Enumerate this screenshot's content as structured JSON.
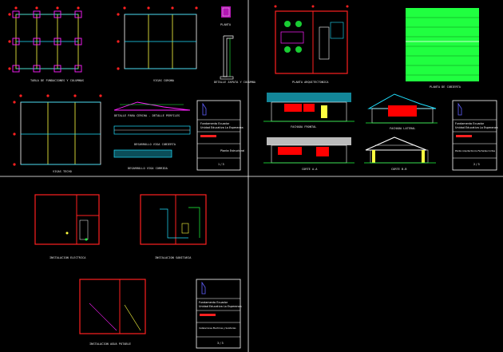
{
  "colors": {
    "background": "#000000",
    "grid": "#ffffff",
    "axis_red": "#ff2020",
    "axis_yellow": "#ffff40",
    "axis_cyan": "#20e0ff",
    "magenta": "#ff20ff",
    "green": "#20ff40",
    "wall_red": "#ff0000"
  },
  "sheet1": {
    "labels": {
      "foundations_plan": "TABLA DE FUNDACIONES Y COLUMNAS",
      "beams_plan": "VIGAS CORONA",
      "detail_title": "PLANTA",
      "detail_label": "DETALLE ZAPATA Y COLUMNA",
      "roof_beams_plan": "VIGAS TECHO",
      "profile_label": "DETALLE PARA CERCHA - DETALLE PERFILES",
      "beam_detail_label": "DESARROLLO VIGA CUBIERTA",
      "strip_label": "DESARROLLO VIGA CORRIDA"
    },
    "title_block": {
      "company": "Fundamento Ecuador",
      "project": "Unidad Educativa La Esperanza",
      "sheet_title": "Planta Estructural",
      "sheet_num": "1 / 3"
    }
  },
  "sheet2": {
    "labels": {
      "floor_plan": "PLANTA ARQUITECTONICA",
      "roof_plan": "PLANTA DE CUBIERTA",
      "front_elev": "FACHADA FRONTAL",
      "side_elev": "FACHADA LATERAL",
      "rear_elev": "CORTE A-A",
      "section_b": "CORTE B-B"
    },
    "title_block": {
      "company": "Fundamento Ecuador",
      "project": "Unidad Educativa La Esperanza",
      "sheet_title": "Planta Arquitectonica Fachadas Cortes",
      "sheet_num": "2 / 3"
    }
  },
  "sheet3": {
    "labels": {
      "electrical": "INSTALACION ELECTRICA",
      "plumbing": "INSTALACION SANITARIA",
      "water": "INSTALACION AGUA POTABLE"
    },
    "title_block": {
      "company": "Fundamento Ecuador",
      "project": "Unidad Educativa La Esperanza",
      "sheet_title": "Instalaciones Electricas y Sanitarias",
      "sheet_num": "3 / 3"
    }
  }
}
